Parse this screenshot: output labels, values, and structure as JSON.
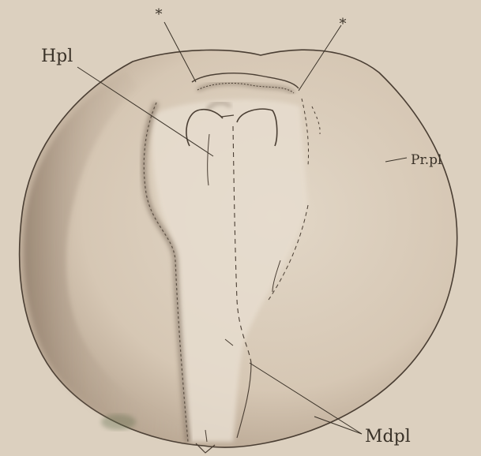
{
  "figure": {
    "labels": {
      "hpl": "Hpl",
      "prpl": "Pr.pl",
      "mdpl": "Mdpl"
    },
    "markers": {
      "left": "*",
      "right": "*"
    }
  },
  "colors": {
    "paper": "#dcd0bf",
    "ink": "#3a3228",
    "shadow": "#8c7a69",
    "disc": "#d8cab7"
  }
}
